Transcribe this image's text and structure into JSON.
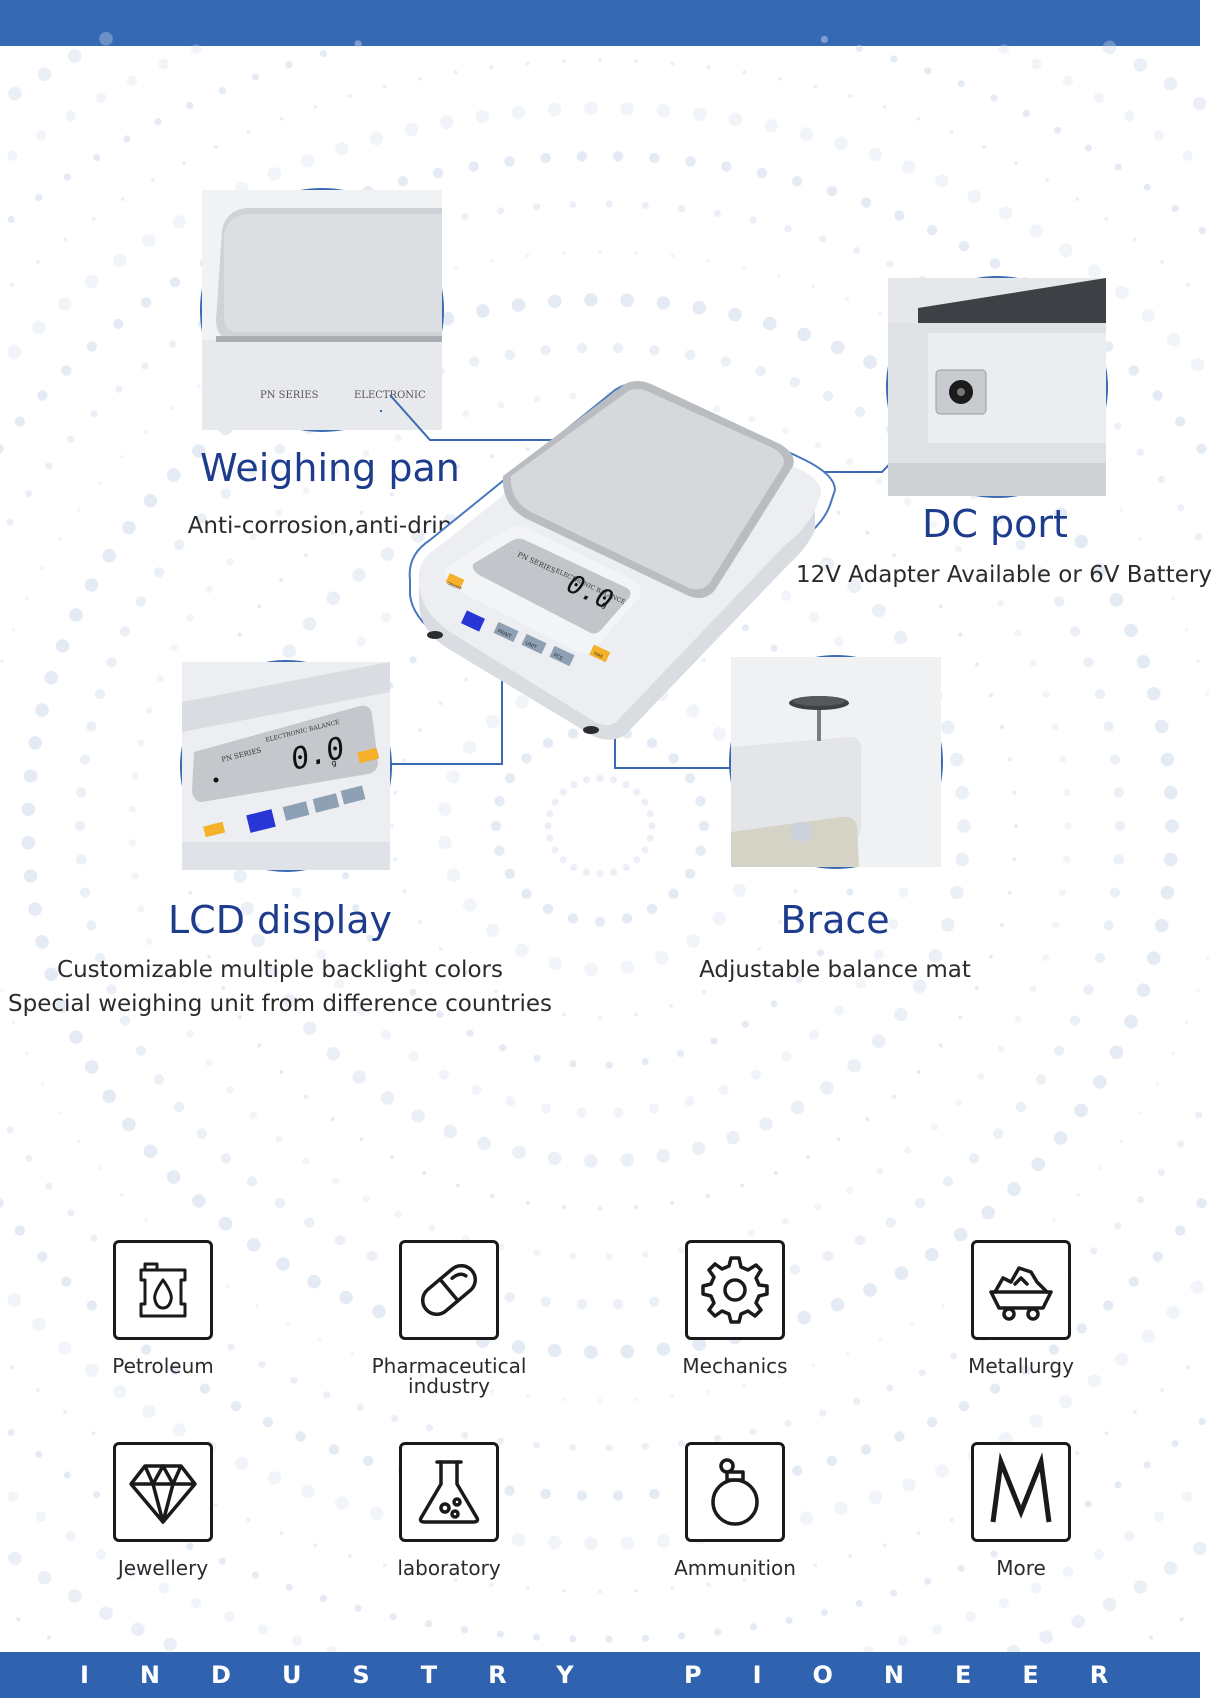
{
  "features": {
    "weighing_pan": {
      "title": "Weighing pan",
      "subtitle": "Anti-corrosion,anti-drip"
    },
    "dc_port": {
      "title": "DC port",
      "subtitle": "12V Adapter Available or 6V Battery"
    },
    "lcd_display": {
      "title": "LCD display",
      "line1": "Customizable multiple backlight colors",
      "line2": "Special weighing unit from  difference countries"
    },
    "brace": {
      "title": "Brace",
      "subtitle": "Adjustable balance mat"
    }
  },
  "scale": {
    "series": "PN SERIES",
    "model": "ELECTRONIC BALANCE",
    "reading": "0.0",
    "unit": "g",
    "keys": {
      "on_off": "ON/OFF",
      "print": "PRINT",
      "unit": "UNIT",
      "pcs": "PCS",
      "tare": "TARE"
    }
  },
  "zoom_pan": {
    "series": "PN SERIES",
    "model": "ELECTRONIC"
  },
  "industries": [
    {
      "label": "Petroleum",
      "icon": "oil-barrel-icon"
    },
    {
      "label": "Pharmaceutical industry",
      "icon": "capsule-icon"
    },
    {
      "label": "Mechanics",
      "icon": "gear-icon"
    },
    {
      "label": "Metallurgy",
      "icon": "ore-cart-icon"
    },
    {
      "label": "Jewellery",
      "icon": "diamond-icon"
    },
    {
      "label": "laboratory",
      "icon": "flask-icon"
    },
    {
      "label": "Ammunition",
      "icon": "grenade-icon"
    },
    {
      "label": "More",
      "icon": "more-m-icon"
    }
  ],
  "footer": {
    "tagline": "INDUSTRY PIONEER"
  },
  "colors": {
    "brand_blue": "#3569b4",
    "title_blue": "#1d3c8c",
    "icon_stroke": "#1a1a1a"
  }
}
